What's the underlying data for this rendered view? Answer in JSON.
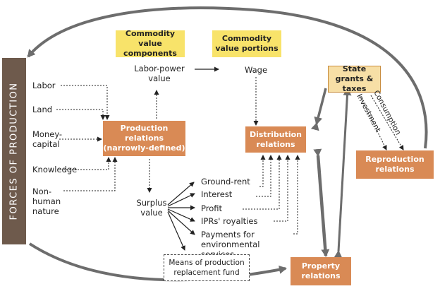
{
  "forces": "FORCES OF PRODUCTION",
  "headers": {
    "components": "Commodity value components",
    "portions": "Commodity value portions"
  },
  "inputs": [
    "Labor",
    "Land",
    "Money-capital",
    "Knowledge",
    "Non-human nature"
  ],
  "labor_power_value": "Labor-power value",
  "wage": "Wage",
  "surplus_value": "Surplus value",
  "production_relations": "Production relations (narrowly-defined)",
  "distribution_relations": "Distribution relations",
  "reproduction_relations": "Reproduction relations",
  "property_relations": "Property relations",
  "state": "State grants & taxes",
  "investment": "Investment",
  "consumption": "Consumption",
  "surplus_parts": [
    "Ground-rent",
    "Interest",
    "Profit",
    "IPRs' royalties",
    "Payments for environmental services"
  ],
  "means_fund": "Means of production replacement fund"
}
